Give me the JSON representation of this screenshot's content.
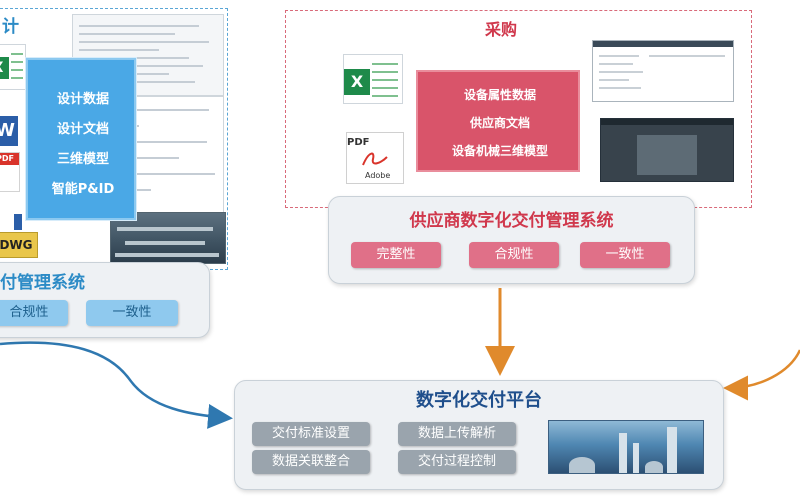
{
  "design": {
    "title_fragment": "计",
    "items": [
      "设计数据",
      "设计文档",
      "三维模型",
      "智能P&ID"
    ],
    "dwg_label": "DWG",
    "excel_badge": "X",
    "word_badge": "W",
    "pdf_label": "PDF",
    "system_title_fragment": "付管理系统",
    "buttons": [
      "合规性",
      "一致性"
    ]
  },
  "procurement": {
    "title": "采购",
    "items": [
      "设备属性数据",
      "供应商文档",
      "设备机械三维模型"
    ],
    "excel_badge": "X",
    "pdf_label": "PDF",
    "adobe_label": "Adobe"
  },
  "supplier_system": {
    "title": "供应商数字化交付管理系统",
    "buttons": [
      "完整性",
      "合规性",
      "一致性"
    ]
  },
  "platform": {
    "title": "数字化交付平台",
    "buttons": [
      "交付标准设置",
      "数据上传解析",
      "数据关联整合",
      "交付过程控制"
    ]
  },
  "colors": {
    "design_blue": "#4aa8e6",
    "procurement_red": "#d9546a",
    "arrow_blue": "#2f78b0",
    "arrow_orange": "#e08a2c",
    "platform_title": "#1f4f8c"
  }
}
